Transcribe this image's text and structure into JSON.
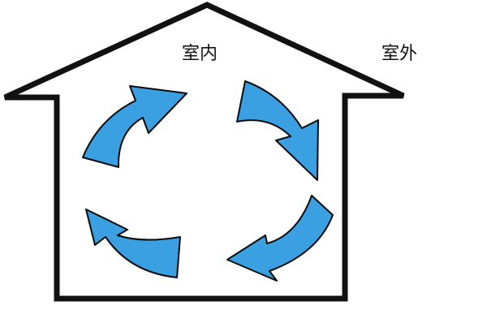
{
  "labels": {
    "indoor": "室内",
    "outdoor": "室外"
  },
  "colors": {
    "house_outline": "#111111",
    "arrow_fill": "#3AA0E2",
    "arrow_stroke": "#0B0B0B",
    "background": "#FFFFFF"
  },
  "diagram": {
    "arrow_count": 4,
    "arrow_direction": "clockwise"
  }
}
